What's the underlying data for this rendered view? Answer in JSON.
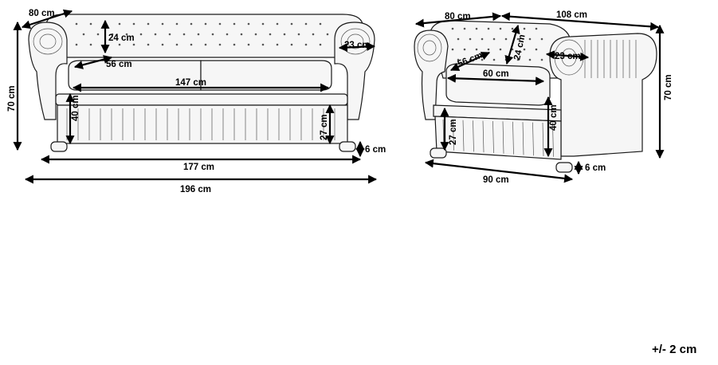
{
  "sofa": {
    "depth": "80 cm",
    "backrest_height": "24 cm",
    "arm_width": "23 cm",
    "seat_depth": "56 cm",
    "seat_width": "147 cm",
    "height": "70 cm",
    "seat_height": "40 cm",
    "base_height": "27 cm",
    "leg_height": "6 cm",
    "inner_width": "177 cm",
    "total_width": "196 cm"
  },
  "armchair": {
    "depth": "80 cm",
    "total_width": "108 cm",
    "backrest_height": "24 cm",
    "seat_depth": "56 cm",
    "arm_width": "23 cm",
    "seat_width": "60 cm",
    "height": "70 cm",
    "seat_height": "40 cm",
    "base_height": "27 cm",
    "leg_height": "6 cm",
    "base_width": "90 cm"
  },
  "tolerance": "+/- 2 cm"
}
